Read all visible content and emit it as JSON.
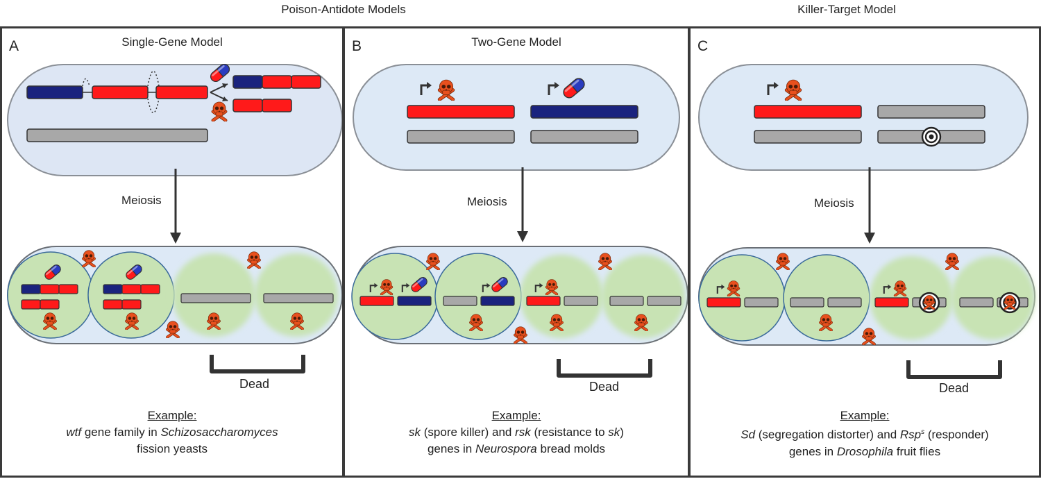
{
  "headers": {
    "poison_antidote": "Poison-Antidote Models",
    "killer_target": "Killer-Target Model"
  },
  "panels": [
    {
      "letter": "A",
      "title": "Single-Gene Model",
      "meiosis_label": "Meiosis",
      "dead_label": "Dead",
      "example": {
        "heading": "Example:",
        "line1_italic_a": "wtf",
        "line1_text_a": " gene family in ",
        "line1_italic_b": "Schizosaccharomyces",
        "line2": "fission yeasts"
      }
    },
    {
      "letter": "B",
      "title": "Two-Gene Model",
      "meiosis_label": "Meiosis",
      "dead_label": "Dead",
      "example": {
        "heading": "Example:",
        "line1_italic_a": "sk",
        "line1_text_a": " (spore killer) and ",
        "line1_italic_b": "rsk",
        "line1_text_b": " (resistance to ",
        "line1_italic_c": "sk",
        "line1_text_c": ")",
        "line2_text_a": "genes in ",
        "line2_italic": "Neurospora",
        "line2_text_b": " bread molds"
      }
    },
    {
      "letter": "C",
      "title": "",
      "meiosis_label": "Meiosis",
      "dead_label": "Dead",
      "example": {
        "heading": "Example:",
        "line1_italic_a": "Sd",
        "line1_text_a": " (segregation distorter) and ",
        "line1_italic_b": "Rsp",
        "line1_sup": "s",
        "line1_text_b": " (responder)",
        "line2_text_a": "genes in ",
        "line2_italic": "Drosophila",
        "line2_text_b": " fruit flies"
      }
    }
  ],
  "colors": {
    "poison_gene": "#ff1a1a",
    "antidote_gene": "#1a237e",
    "neutral_gene": "#a8a8a8",
    "cell_fill": "#dde9f6",
    "spore_fill": "#c8e3b4",
    "skull": "#e8501e"
  },
  "icons": [
    "skull-icon",
    "pill-icon",
    "promoter-arrow-icon",
    "target-icon"
  ]
}
